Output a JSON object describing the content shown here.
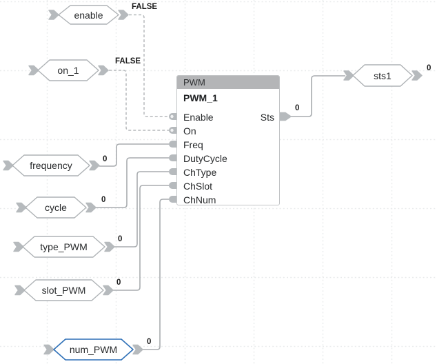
{
  "diagram": {
    "block": {
      "type_label": "PWM",
      "instance_label": "PWM_1",
      "inputs": [
        "Enable",
        "On",
        "Freq",
        "DutyCycle",
        "ChType",
        "ChSlot",
        "ChNum"
      ],
      "output_label": "Sts",
      "output_value": "0"
    },
    "tags": [
      {
        "id": "enable",
        "label": "enable",
        "value": "FALSE"
      },
      {
        "id": "on_1",
        "label": "on_1",
        "value": "FALSE"
      },
      {
        "id": "frequency",
        "label": "frequency",
        "value": "0"
      },
      {
        "id": "cycle",
        "label": "cycle",
        "value": "0"
      },
      {
        "id": "type_PWM",
        "label": "type_PWM",
        "value": "0"
      },
      {
        "id": "slot_PWM",
        "label": "slot_PWM",
        "value": "0"
      },
      {
        "id": "num_PWM",
        "label": "num_PWM",
        "value": "0",
        "selected": true
      },
      {
        "id": "sts1",
        "label": "sts1",
        "value": "0"
      }
    ],
    "colors": {
      "block_header": "#b4b5b7",
      "wire": "#a8acaf",
      "dashed_wire": "#b6b9bc",
      "pin": "#b6babd",
      "tag_border": "#aeb2b5",
      "selected_tag_border": "#2d6fb7",
      "grid": "#e9ebec",
      "text": "#26282a"
    }
  }
}
